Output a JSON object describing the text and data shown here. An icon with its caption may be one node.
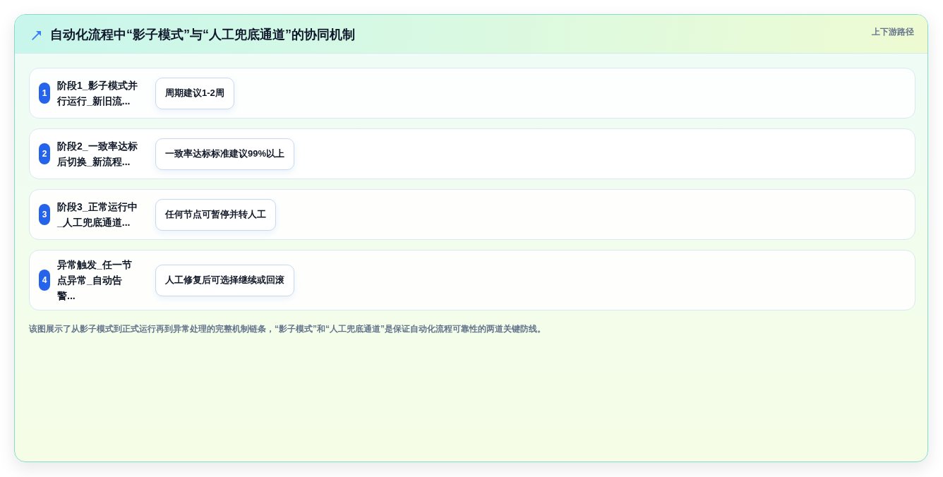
{
  "diagram": {
    "title": "自动化流程中“影子模式”与“人工兜底通道”的协同机制",
    "nodes": [
      {
        "text": [
          "阶段1_影子模式并行运行_新旧流..."
        ]
      },
      {
        "text": [
          "1"
        ],
        "in": 0
      },
      {
        "text": [
          "周期建议1-2周"
        ],
        "in": 0
      },
      {
        "text": [
          "阶段2_一致率达标后切换_新流程..."
        ]
      },
      {
        "text": [
          "2"
        ],
        "in": 3
      },
      {
        "text": [
          "一致率达标标准建议99%以上"
        ],
        "in": 3
      },
      {
        "text": [
          "阶段3_正常运行中_人工兜底通道..."
        ]
      },
      {
        "text": [
          "3"
        ],
        "in": 6
      },
      {
        "text": [
          "任何节点可暂停并转人工"
        ],
        "in": 6
      },
      {
        "text": [
          "异常触发_任一节点异常_自动告警..."
        ]
      },
      {
        "text": [
          "4"
        ],
        "in": 9
      },
      {
        "text": [
          "人工修复后可选择继续或回滚"
        ],
        "in": 9
      }
    ],
    "labels": [
      "上下游路径"
    ],
    "caption": "该图展示了从影子模式到正式运行再到异常处理的完整机制链条，“影子模式”和“人工兜底通道”是保证自动化流程可靠性的两道关键防线。"
  }
}
